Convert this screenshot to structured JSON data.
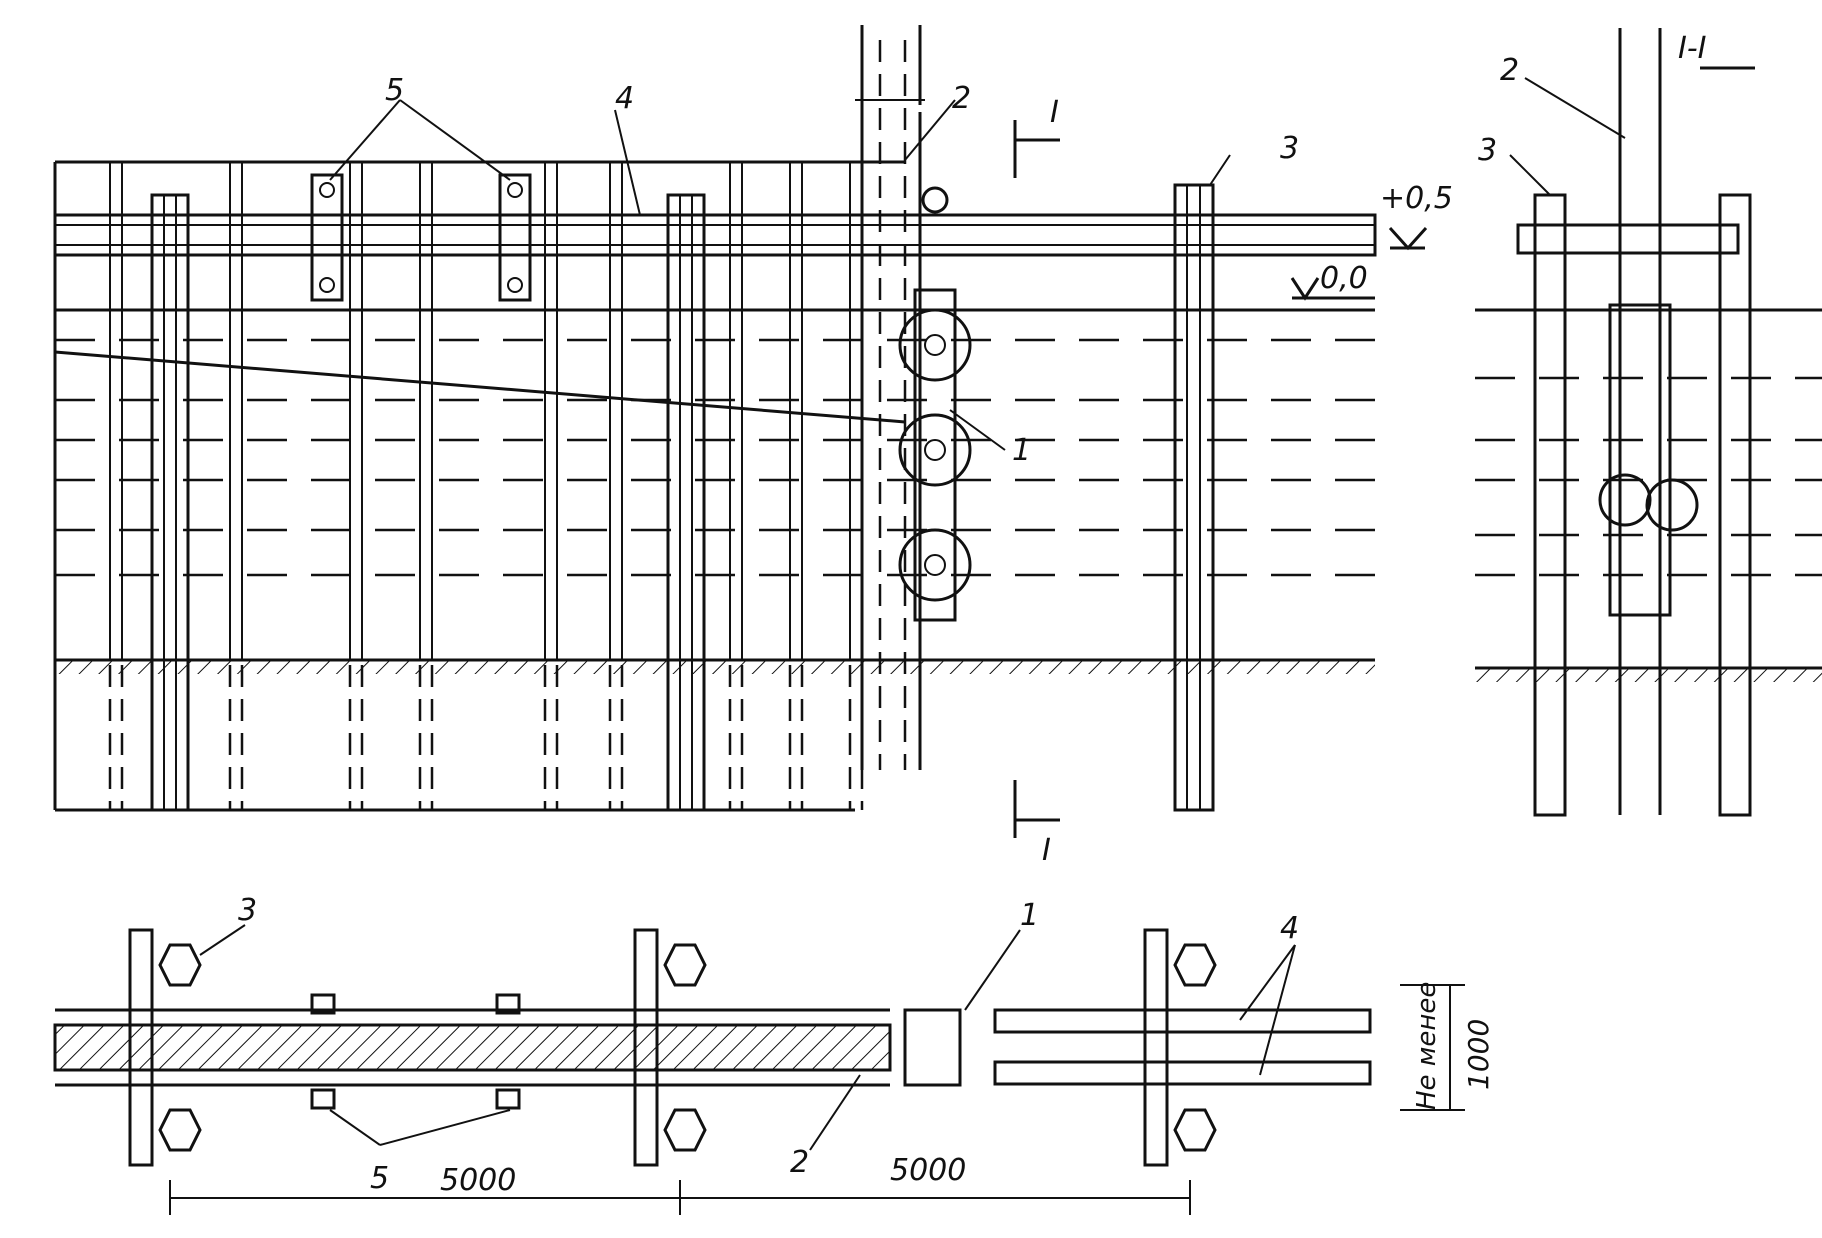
{
  "labels": {
    "guide_pile": "1",
    "sheet_pile": "2",
    "anchor_pile": "3",
    "guide_beam": "4",
    "clamp": "5",
    "level_top": "+0,5",
    "level_zero": "0,0",
    "section_mark": "I",
    "section_title": "I-I",
    "not_less": "Не менее",
    "gap": "1000",
    "span_left": "5000",
    "span_right": "5000"
  }
}
